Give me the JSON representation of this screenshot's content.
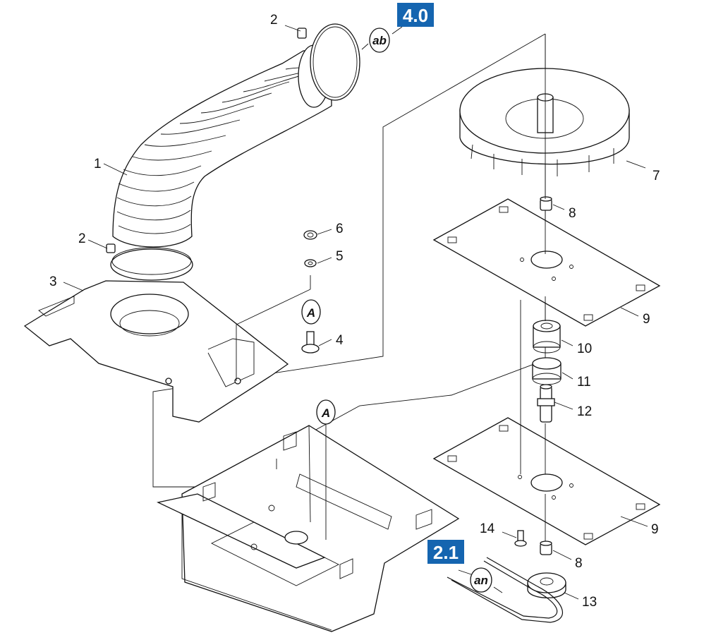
{
  "badges": {
    "top": "4.0",
    "bottom": "2.1"
  },
  "tags": {
    "ab": "ab",
    "an": "an",
    "a_upper": "A",
    "a_lower": "A"
  },
  "labels": {
    "p1": "1",
    "p2_top": "2",
    "p2_left": "2",
    "p3": "3",
    "p4": "4",
    "p5": "5",
    "p6": "6",
    "p7": "7",
    "p8_top": "8",
    "p8_bottom": "8",
    "p9_top": "9",
    "p9_bottom": "9",
    "p10": "10",
    "p11": "11",
    "p12": "12",
    "p13": "13",
    "p14": "14"
  },
  "colors": {
    "badge": "#1565b0",
    "line": "#111111",
    "background": "#ffffff"
  }
}
